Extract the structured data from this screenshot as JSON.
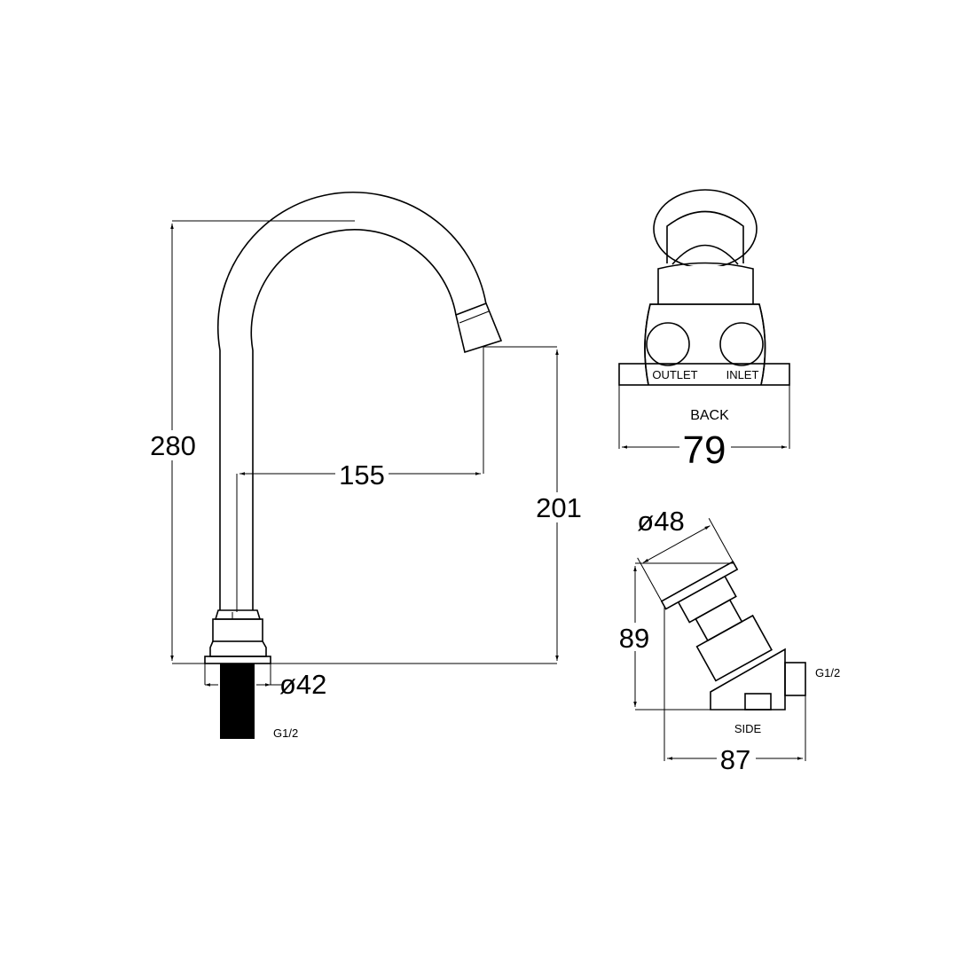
{
  "front_view": {
    "height_total": "280",
    "spout_reach": "155",
    "spout_height": "201",
    "base_diameter": "ø42",
    "thread": "G1/2"
  },
  "back_view": {
    "title": "BACK",
    "width": "79",
    "outlet_label": "OUTLET",
    "inlet_label": "INLET"
  },
  "side_view": {
    "title": "SIDE",
    "cap_diameter": "ø48",
    "height": "89",
    "depth": "87",
    "thread": "G1/2"
  }
}
